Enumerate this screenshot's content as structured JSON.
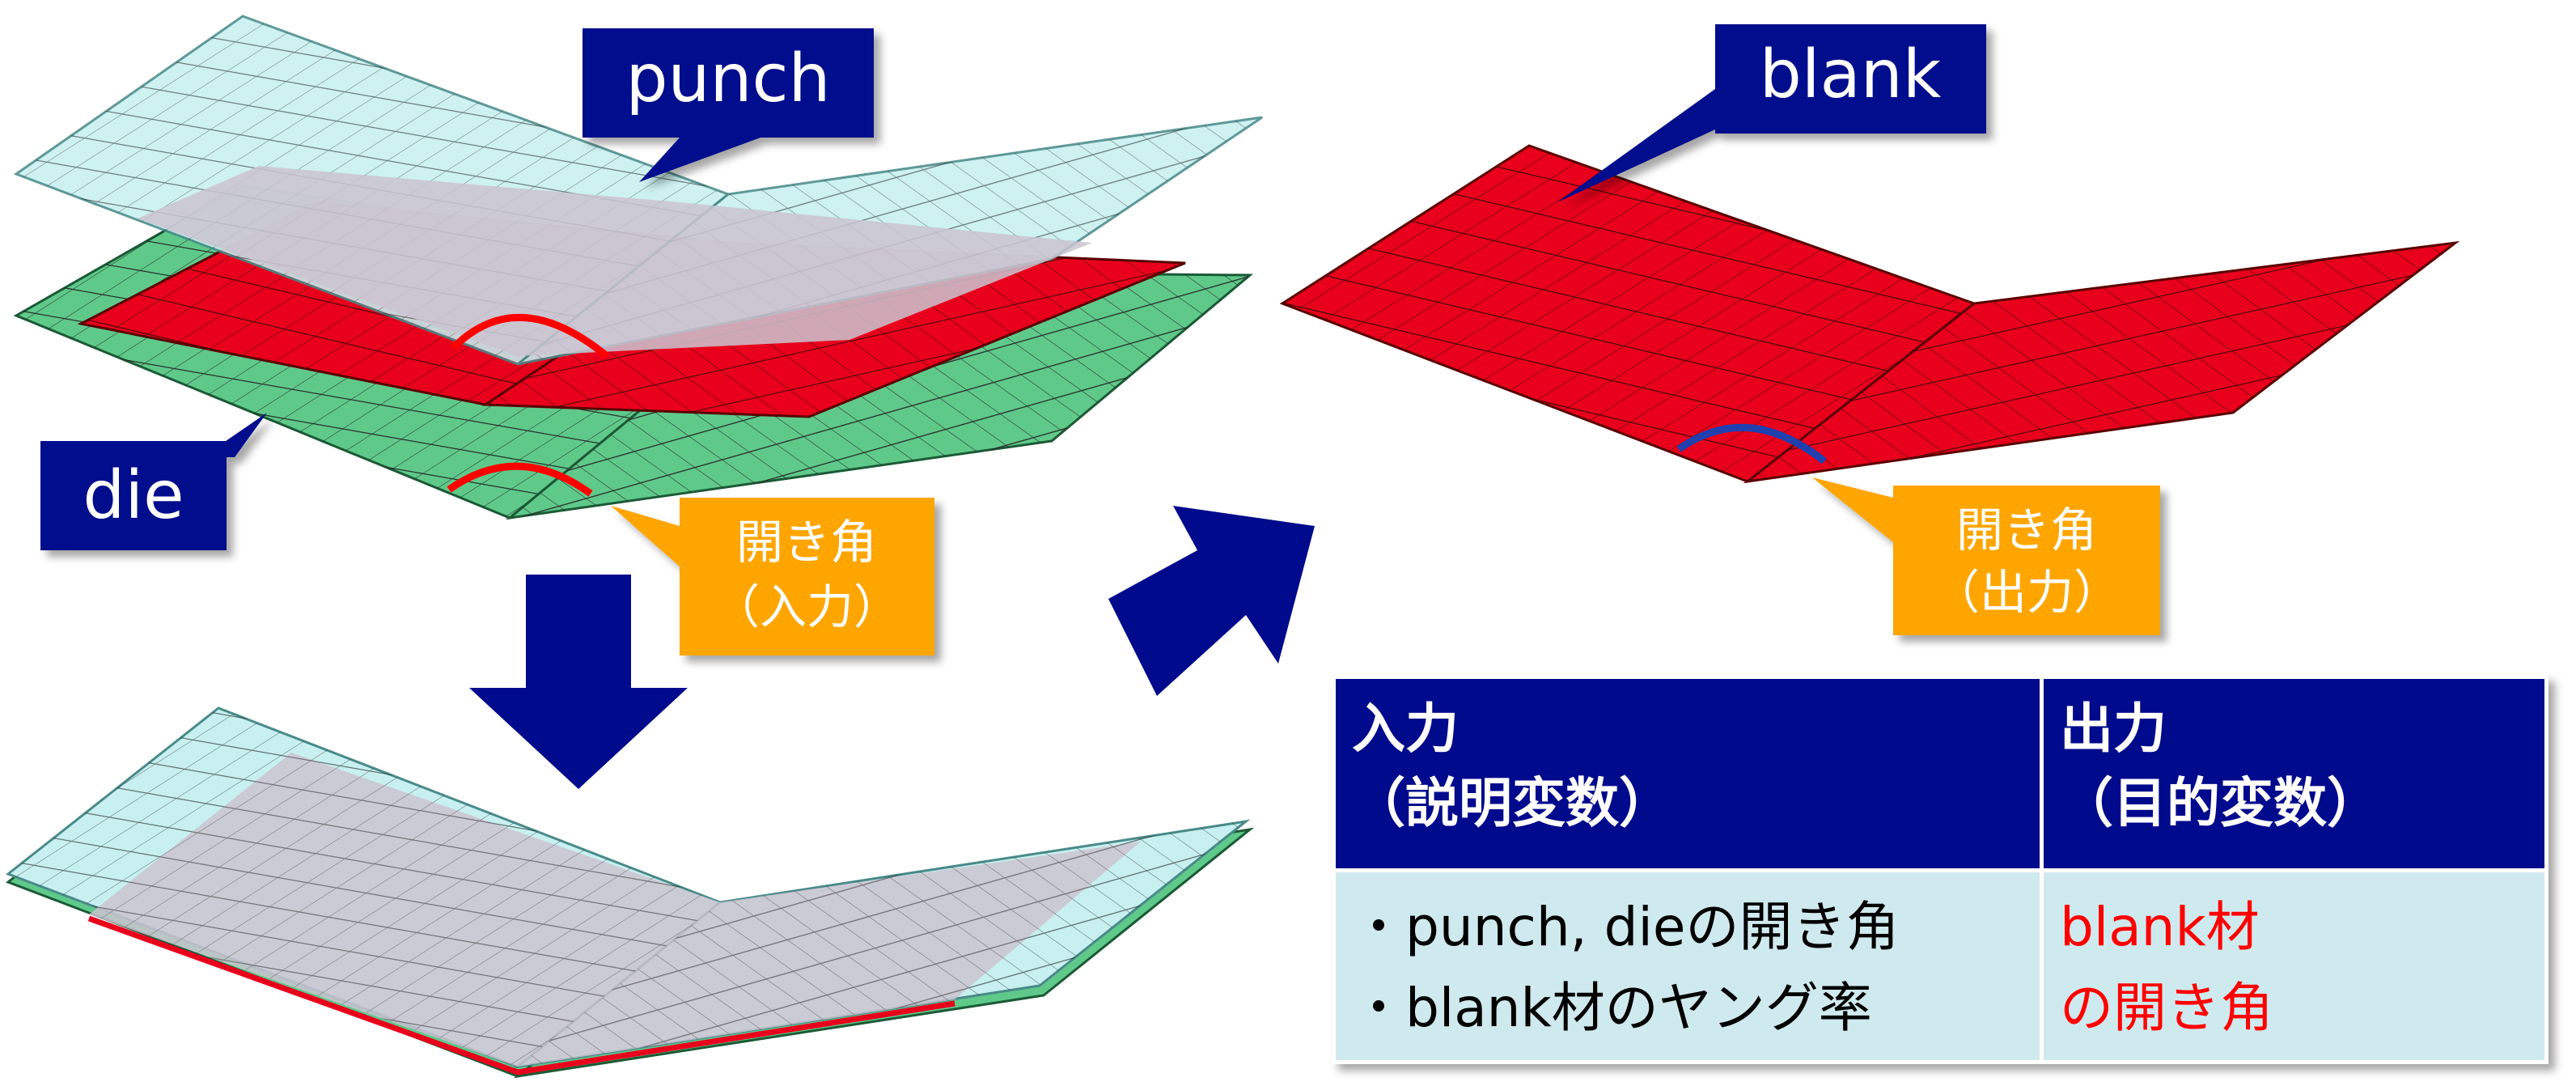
{
  "labels": {
    "punch": "punch",
    "die": "die",
    "blank": "blank",
    "angle_in_1": "開き角",
    "angle_in_2": "（入力）",
    "angle_out_1": "開き角",
    "angle_out_2": "（出力）"
  },
  "table": {
    "input_header_1": "入力",
    "input_header_2": "（説明変数）",
    "output_header_1": "出力",
    "output_header_2": "（目的変数）",
    "input_items": [
      "・punch, dieの開き角",
      "・blank材のヤング率"
    ],
    "output_items": [
      "blank材",
      "の開き角"
    ]
  },
  "colors": {
    "navy": "#000a8c",
    "orange": "#ffa500",
    "blank_red": "#e8001c",
    "die_green": "#5fc98a",
    "punch_cyan": "#c8f0f0",
    "angle_arc_red": "#ff0000",
    "angle_arc_blue": "#2040b0",
    "table_body": "#cfeaee"
  }
}
